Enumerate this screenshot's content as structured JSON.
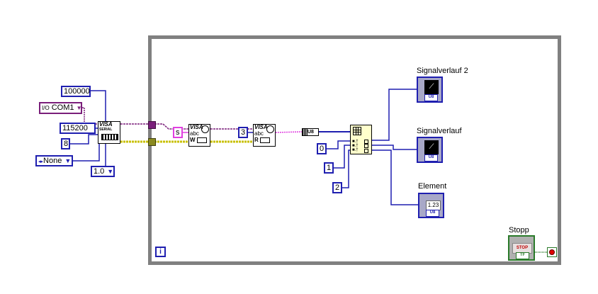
{
  "diagram": {
    "loop": {
      "type": "while-loop",
      "iteration_terminal": "i"
    },
    "constants": {
      "timeout": "100000",
      "resource": "COM1",
      "baud_rate": "115200",
      "data_bits": "8",
      "parity": "None",
      "stop_bits": "1.0",
      "write_string": "s",
      "read_count": "3",
      "index_0": "0",
      "index_1": "1",
      "index_2": "2"
    },
    "nodes": {
      "serial_config": {
        "line1": "VISA",
        "line2": "SERIAL"
      },
      "visa_write": {
        "line1": "VISA",
        "line2": "abc",
        "mode": "W"
      },
      "visa_read": {
        "line1": "VISA",
        "line2": "abc",
        "mode": "R"
      },
      "type_cast": "U8",
      "index_array": "index-array"
    },
    "indicators": {
      "waveform2": {
        "label": "Signalverlauf  2",
        "type": "U8"
      },
      "waveform": {
        "label": "Signalverlauf",
        "type": "U8"
      },
      "element": {
        "label": "Element",
        "value": "1.23",
        "type": "U8"
      },
      "stop": {
        "label": "Stopp",
        "button": "STOP",
        "type": "TF"
      }
    },
    "colors": {
      "wire_numeric": "#1f1fb0",
      "wire_string": "#e040e0",
      "wire_resource": "#7a1f7a",
      "wire_error": "#c8c000",
      "loop_border": "#808080",
      "bool_indicator": "#2a7a2a"
    }
  }
}
